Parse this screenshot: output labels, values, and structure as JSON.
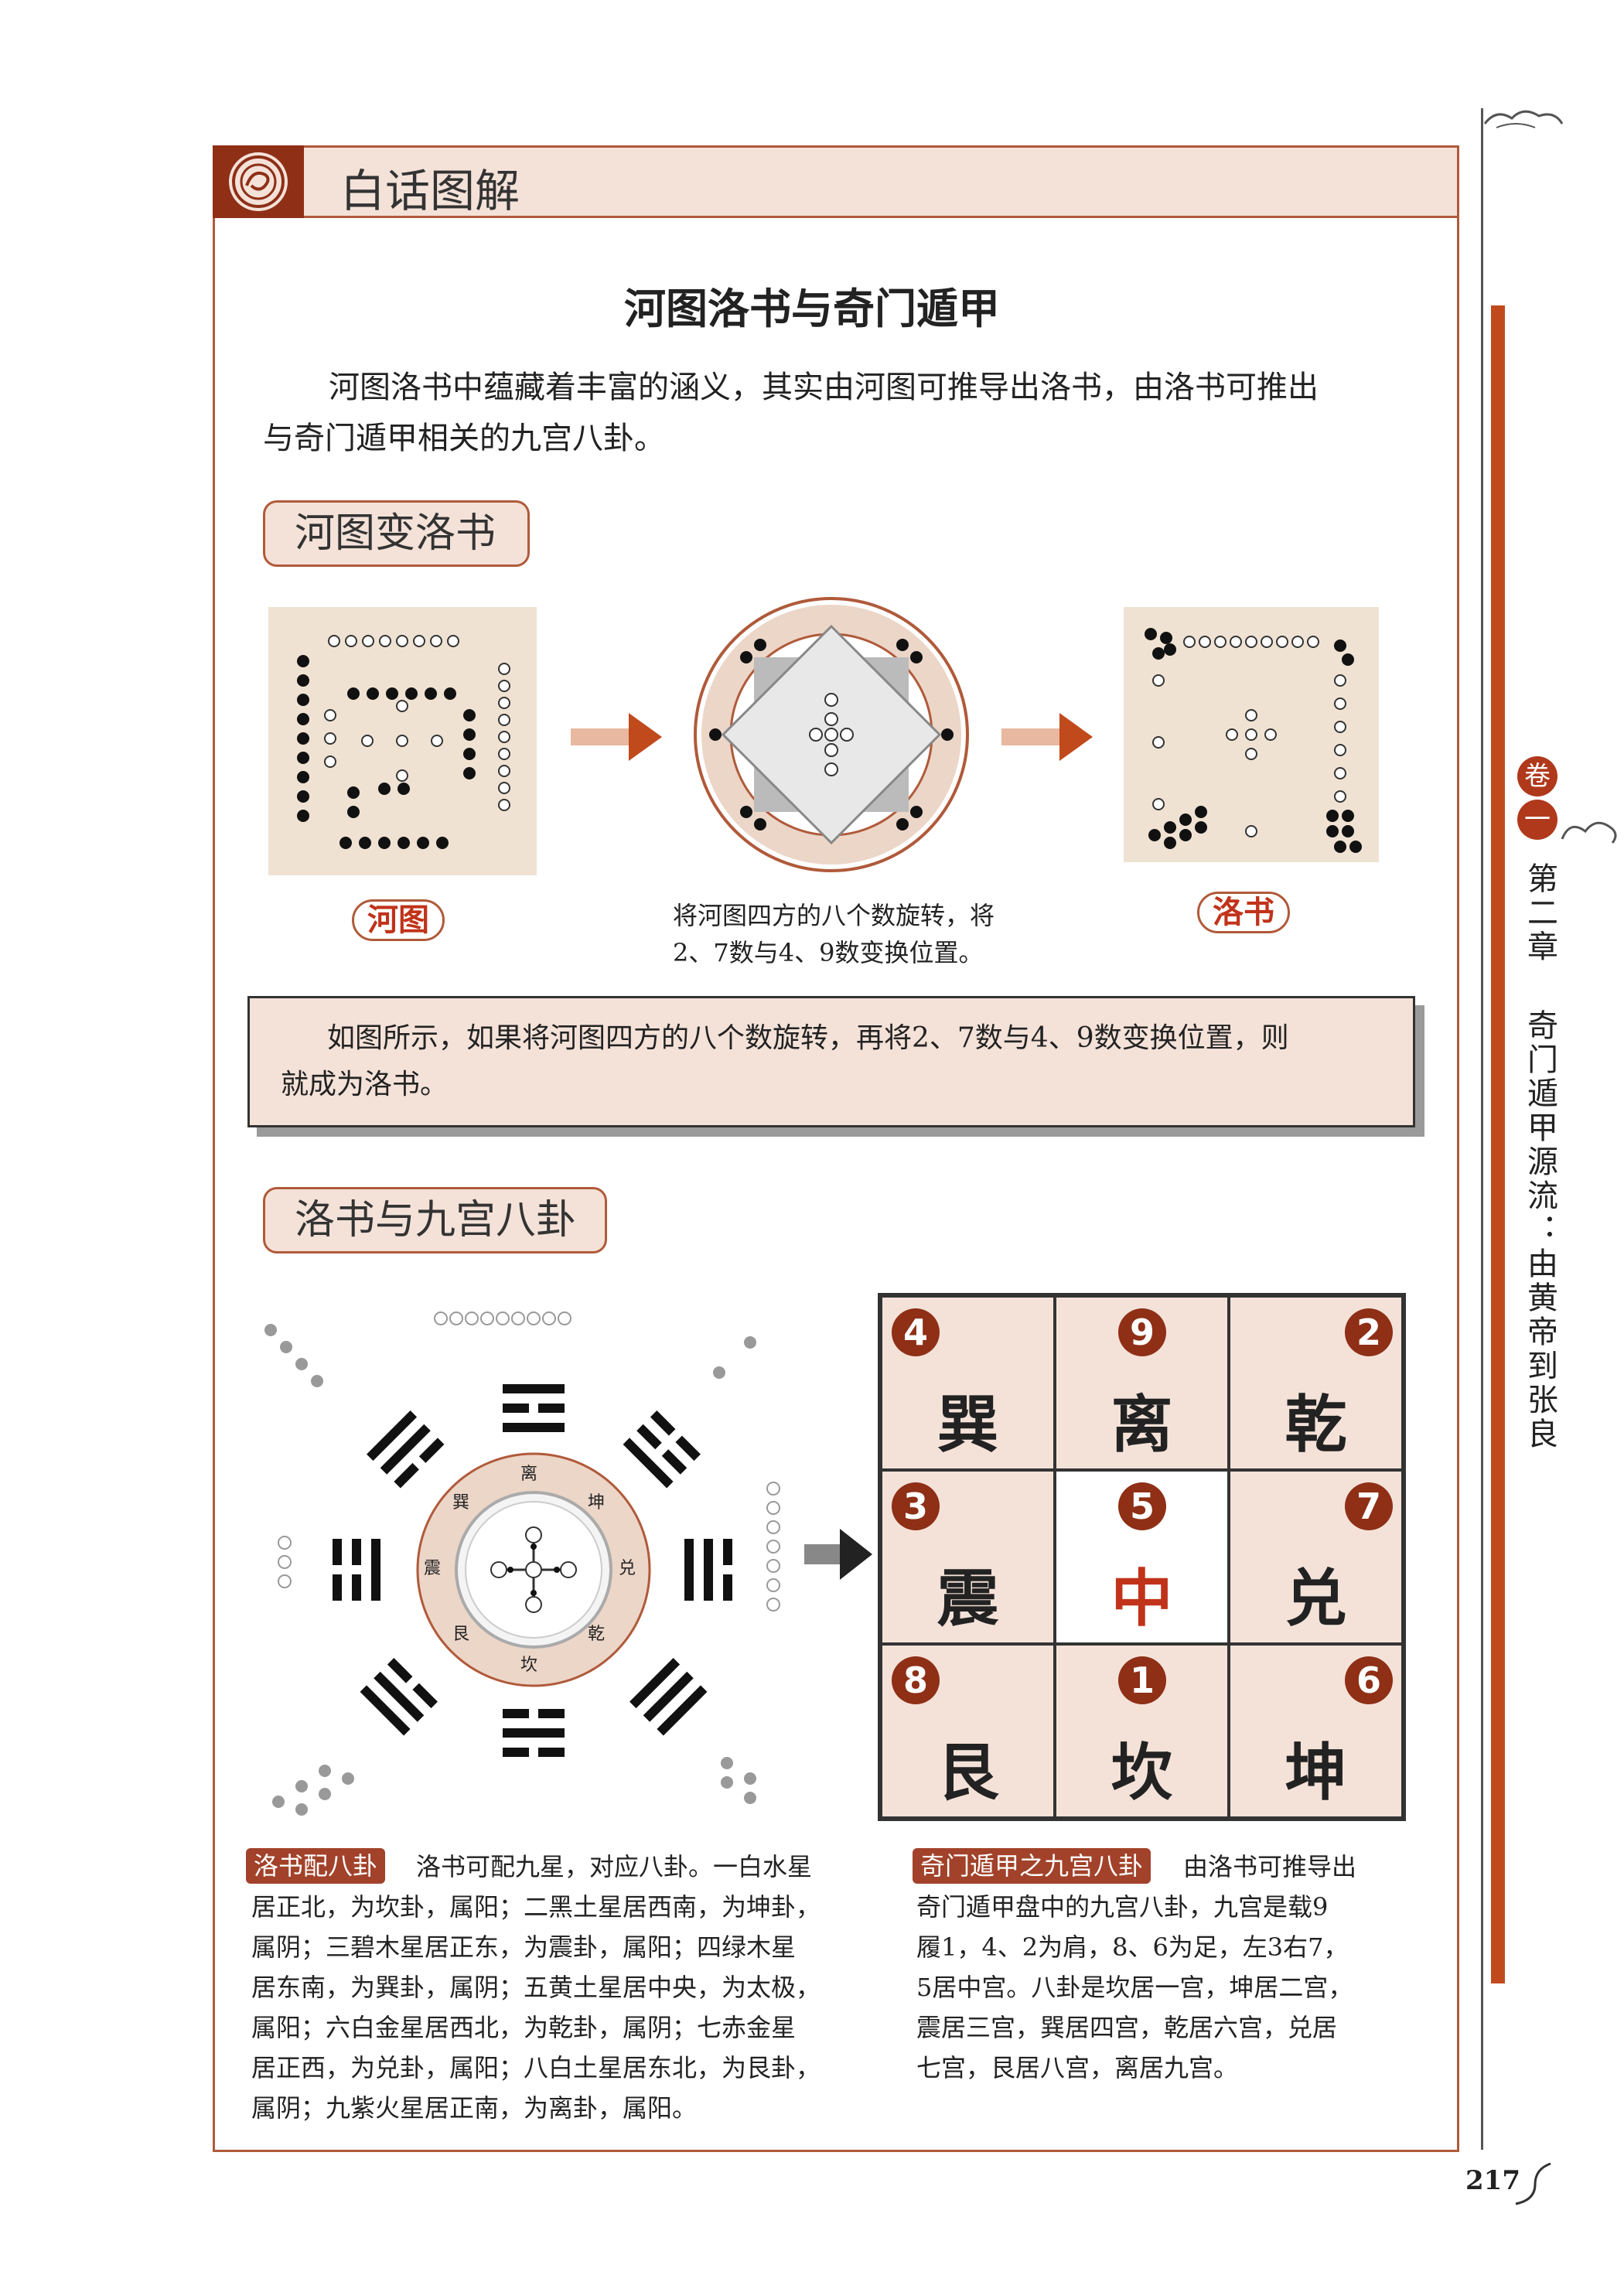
{
  "header": {
    "title": "白话图解"
  },
  "page_title": "河图洛书与奇门遁甲",
  "intro": {
    "line1": "河图洛书中蕴藏着丰富的涵义，其实由河图可推导出洛书，由洛书可推出",
    "line2": "与奇门遁甲相关的九宫八卦。"
  },
  "section1": {
    "heading": "河图变洛书",
    "hetu_label": "河图",
    "luoshu_label": "洛书",
    "rotation_caption_line1": "将河图四方的八个数旋转，将",
    "rotation_caption_line2": "2、7数与4、9数变换位置。"
  },
  "note": {
    "line1": "如图所示，如果将河图四方的八个数旋转，再将2、7数与4、9数变换位置，则",
    "line2": "就成为洛书。"
  },
  "section2": {
    "heading": "洛书与九宫八卦",
    "ring_labels": [
      "离",
      "坤",
      "兑",
      "乾",
      "坎",
      "艮",
      "震",
      "巽"
    ]
  },
  "nine_palaces": [
    {
      "num": "4",
      "name": "巽"
    },
    {
      "num": "9",
      "name": "离"
    },
    {
      "num": "2",
      "name": "乾"
    },
    {
      "num": "3",
      "name": "震"
    },
    {
      "num": "5",
      "name": "中"
    },
    {
      "num": "7",
      "name": "兑"
    },
    {
      "num": "8",
      "name": "艮"
    },
    {
      "num": "1",
      "name": "坎"
    },
    {
      "num": "6",
      "name": "坤"
    }
  ],
  "left_desc": {
    "tag": "洛书配八卦",
    "line1": "洛书可配九星，对应八卦。一白水星",
    "lines": [
      "居正北，为坎卦，属阳；二黑土星居西南，为坤卦，",
      "属阴；三碧木星居正东，为震卦，属阳；四绿木星",
      "居东南，为巽卦，属阴；五黄土星居中央，为太极，",
      "属阳；六白金星居西北，为乾卦，属阴；七赤金星",
      "居正西，为兑卦，属阳；八白土星居东北，为艮卦，",
      "属阴；九紫火星居正南，为离卦，属阳。"
    ]
  },
  "right_desc": {
    "tag": "奇门遁甲之九宫八卦",
    "line1": "由洛书可推导出",
    "lines": [
      "奇门遁甲盘中的九宫八卦，九宫是载9",
      "履1，4、2为肩，8、6为足，左3右7，",
      "5居中宫。八卦是坎居一宫，坤居二宫，",
      "震居三宫，巽居四宫，乾居六宫，兑居",
      "七宫，艮居八宫，离居九宫。"
    ]
  },
  "sidebar": {
    "juan": [
      "卷",
      "一"
    ],
    "chapter": "第二章",
    "chapter_title": "奇门遁甲源流：由黄帝到张良"
  },
  "page_number": "217",
  "colors": {
    "accent": "#b05a3a",
    "tag": "#a2422a",
    "pink": "#f4e2d9",
    "red": "#c0331a"
  }
}
